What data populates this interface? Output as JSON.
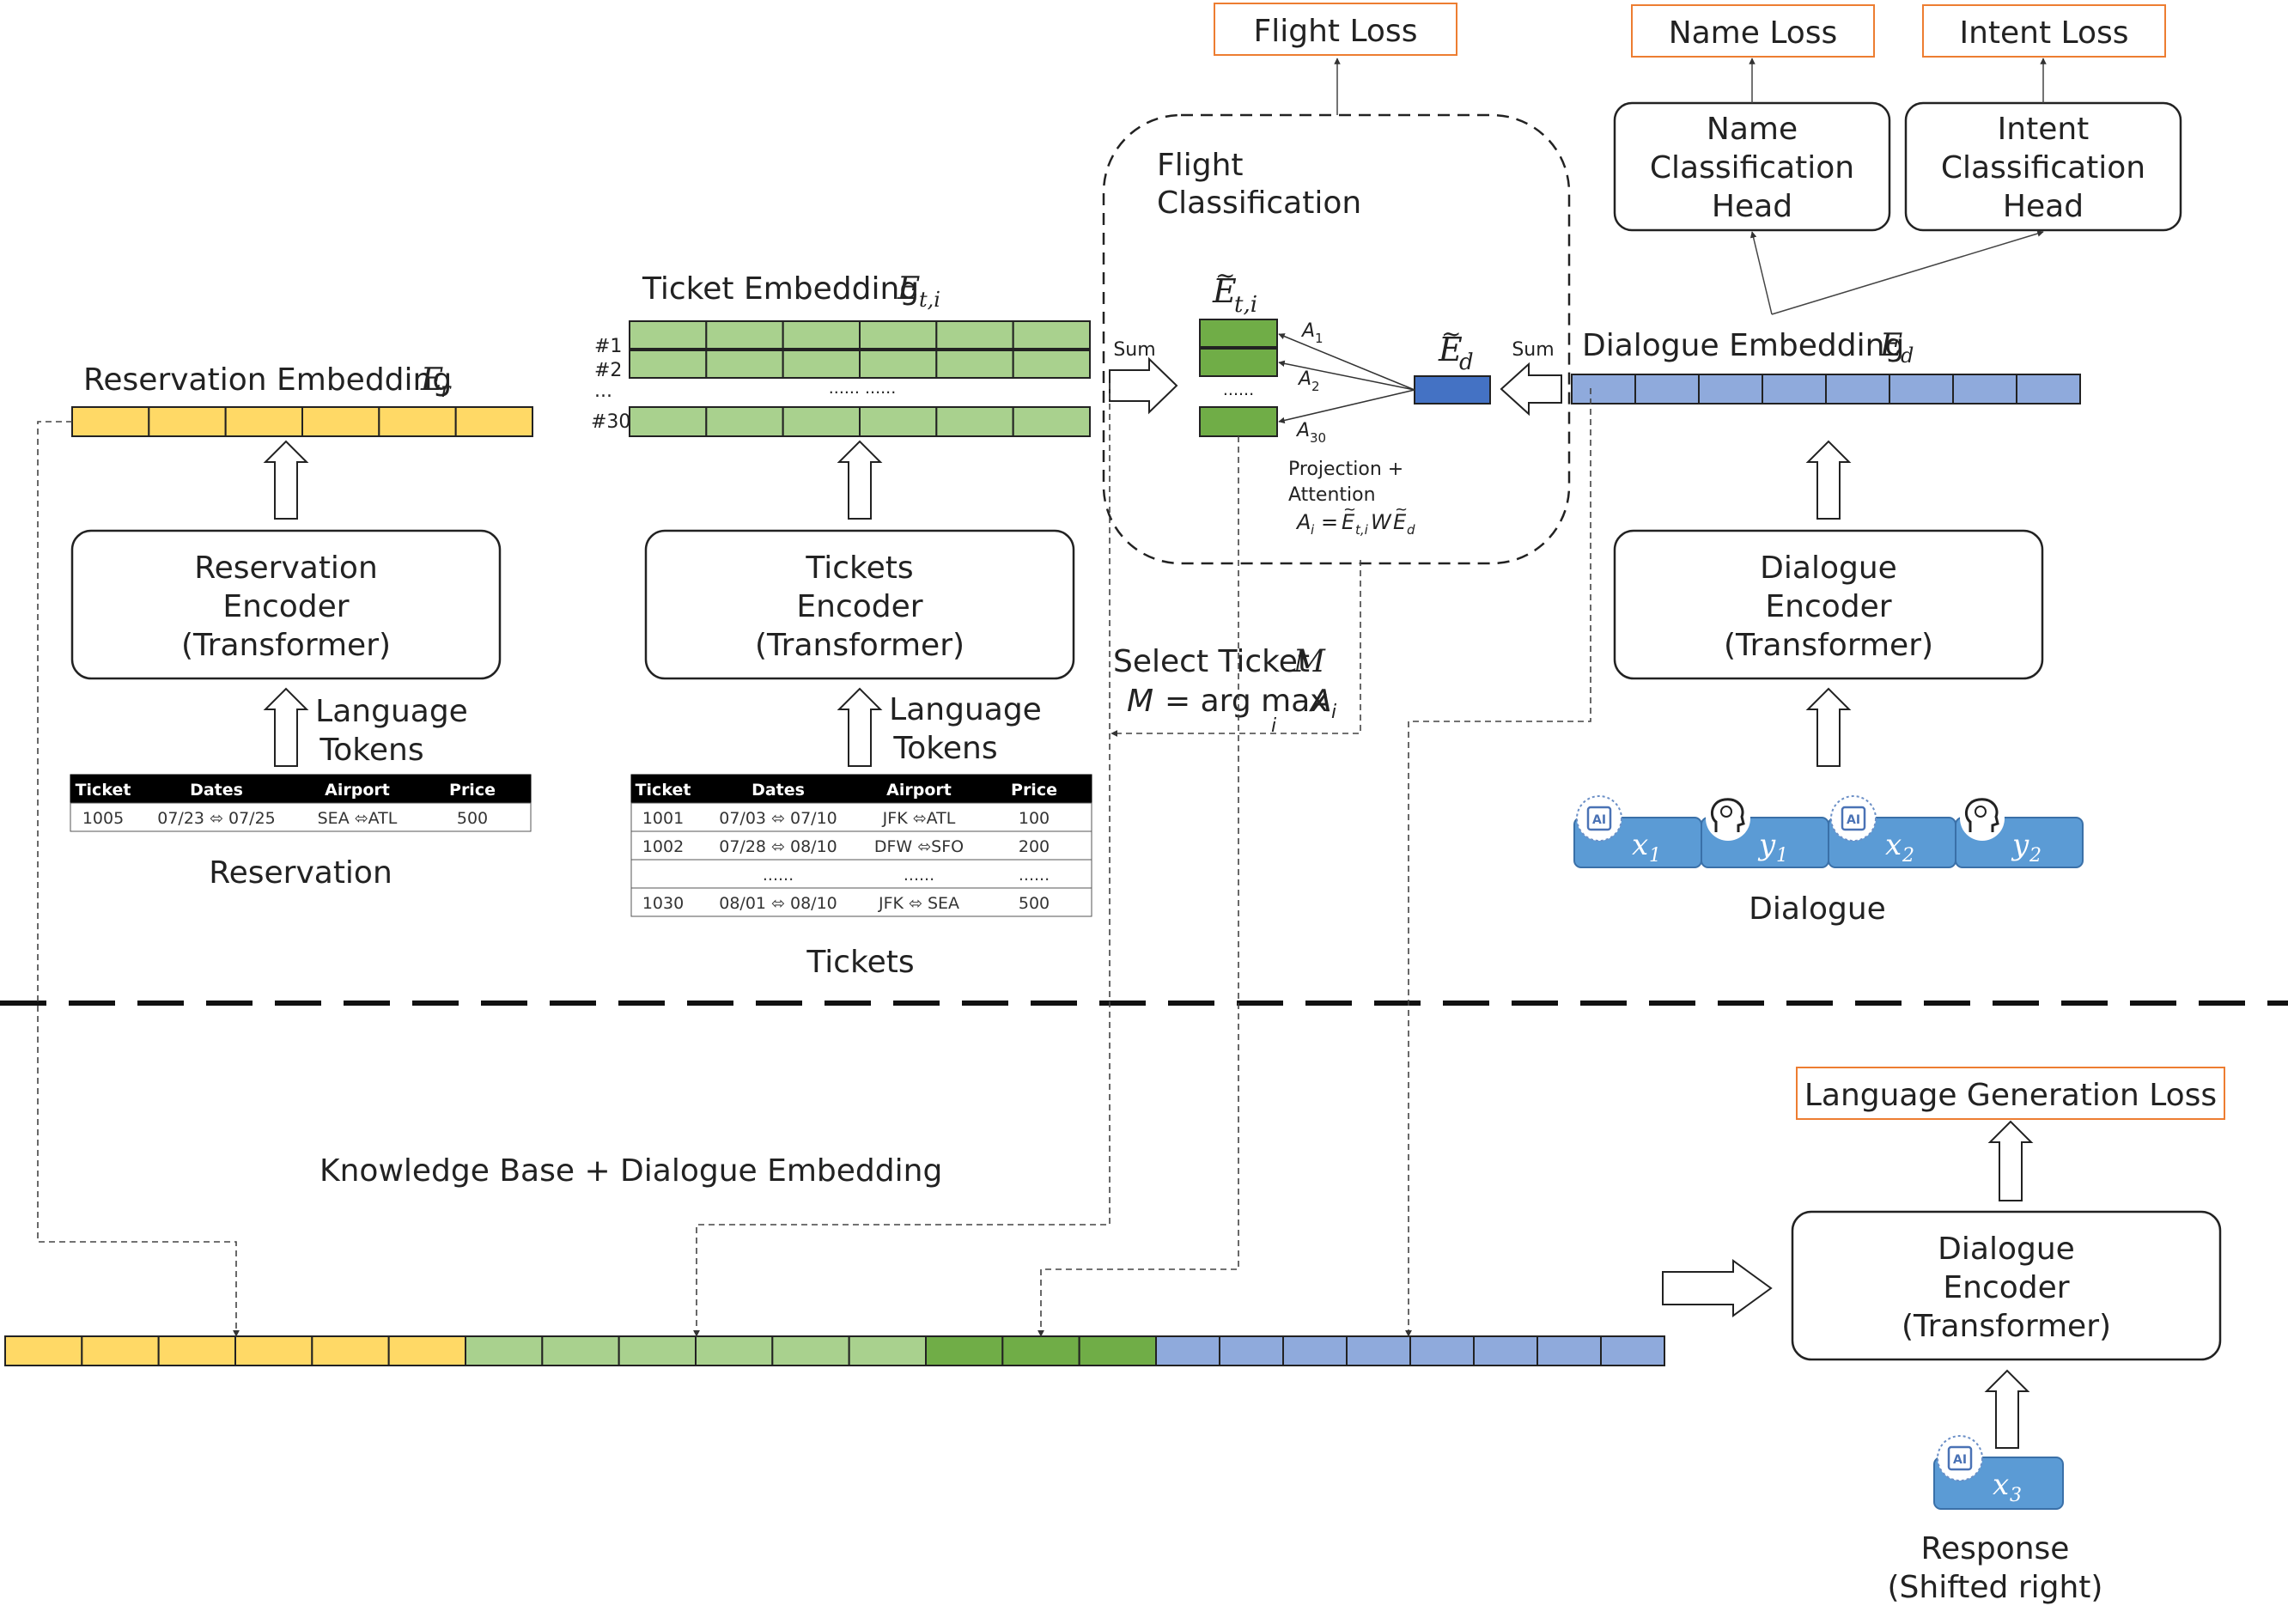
{
  "losses": {
    "flight": "Flight Loss",
    "name": "Name Loss",
    "intent": "Intent Loss",
    "generation": "Language Generation Loss"
  },
  "heads": {
    "name": [
      "Name",
      "Classification",
      "Head"
    ],
    "intent": [
      "Intent",
      "Classification",
      "Head"
    ]
  },
  "flight_classification": {
    "title": [
      "Flight",
      "Classification"
    ],
    "projection": [
      "Projection +",
      "Attention"
    ],
    "sum_left": "Sum",
    "sum_right": "Sum",
    "dots": "......"
  },
  "embeddings": {
    "reservation": "Reservation Embedding",
    "ticket": "Ticket Embedding",
    "dialogue": "Dialogue Embedding",
    "kb_dialogue": "Knowledge Base + Dialogue Embedding"
  },
  "ticket_rows": {
    "r1": "#1",
    "r2": "#2",
    "ellipsis": "...",
    "r30": "#30",
    "dots": "......   ......"
  },
  "encoders": {
    "reservation": [
      "Reservation",
      "Encoder",
      "(Transformer)"
    ],
    "tickets": [
      "Tickets",
      "Encoder",
      "(Transformer)"
    ],
    "dialogue": [
      "Dialogue",
      "Encoder",
      "(Transformer)"
    ],
    "dialogue_bottom": [
      "Dialogue",
      "Encoder",
      "(Transformer)"
    ]
  },
  "language_tokens": [
    "Language",
    "Tokens"
  ],
  "select_ticket": "Select Ticket",
  "reservation_table": {
    "headers": [
      "Ticket",
      "Dates",
      "Airport",
      "Price"
    ],
    "rows": [
      [
        "1005",
        "07/23 ⬄ 07/25",
        "SEA ⬄ATL",
        "500"
      ]
    ],
    "caption": "Reservation"
  },
  "tickets_table": {
    "headers": [
      "Ticket",
      "Dates",
      "Airport",
      "Price"
    ],
    "rows": [
      [
        "1001",
        "07/03 ⬄ 07/10",
        "JFK ⬄ATL",
        "100"
      ],
      [
        "1002",
        "07/28 ⬄ 08/10",
        "DFW ⬄SFO",
        "200"
      ],
      [
        "",
        "......",
        "......",
        "......"
      ],
      [
        "1030",
        "08/01 ⬄ 08/10",
        "JFK ⬄ SEA",
        "500"
      ]
    ],
    "caption": "Tickets"
  },
  "dialogue_caption": "Dialogue",
  "response_caption": [
    "Response",
    "(Shifted right)"
  ],
  "colors": {
    "reservation": "#ffd966",
    "ticket": "#a9d18e",
    "ticket_selected": "#70ad47",
    "dialogue": "#8faadc",
    "dialogue_vec": "#4472c4",
    "token": "#5b9bd5",
    "loss_border": "#ed7d31",
    "table_header": "#000000"
  },
  "icons": [
    "ai-chip-icon",
    "human-brain-icon"
  ]
}
